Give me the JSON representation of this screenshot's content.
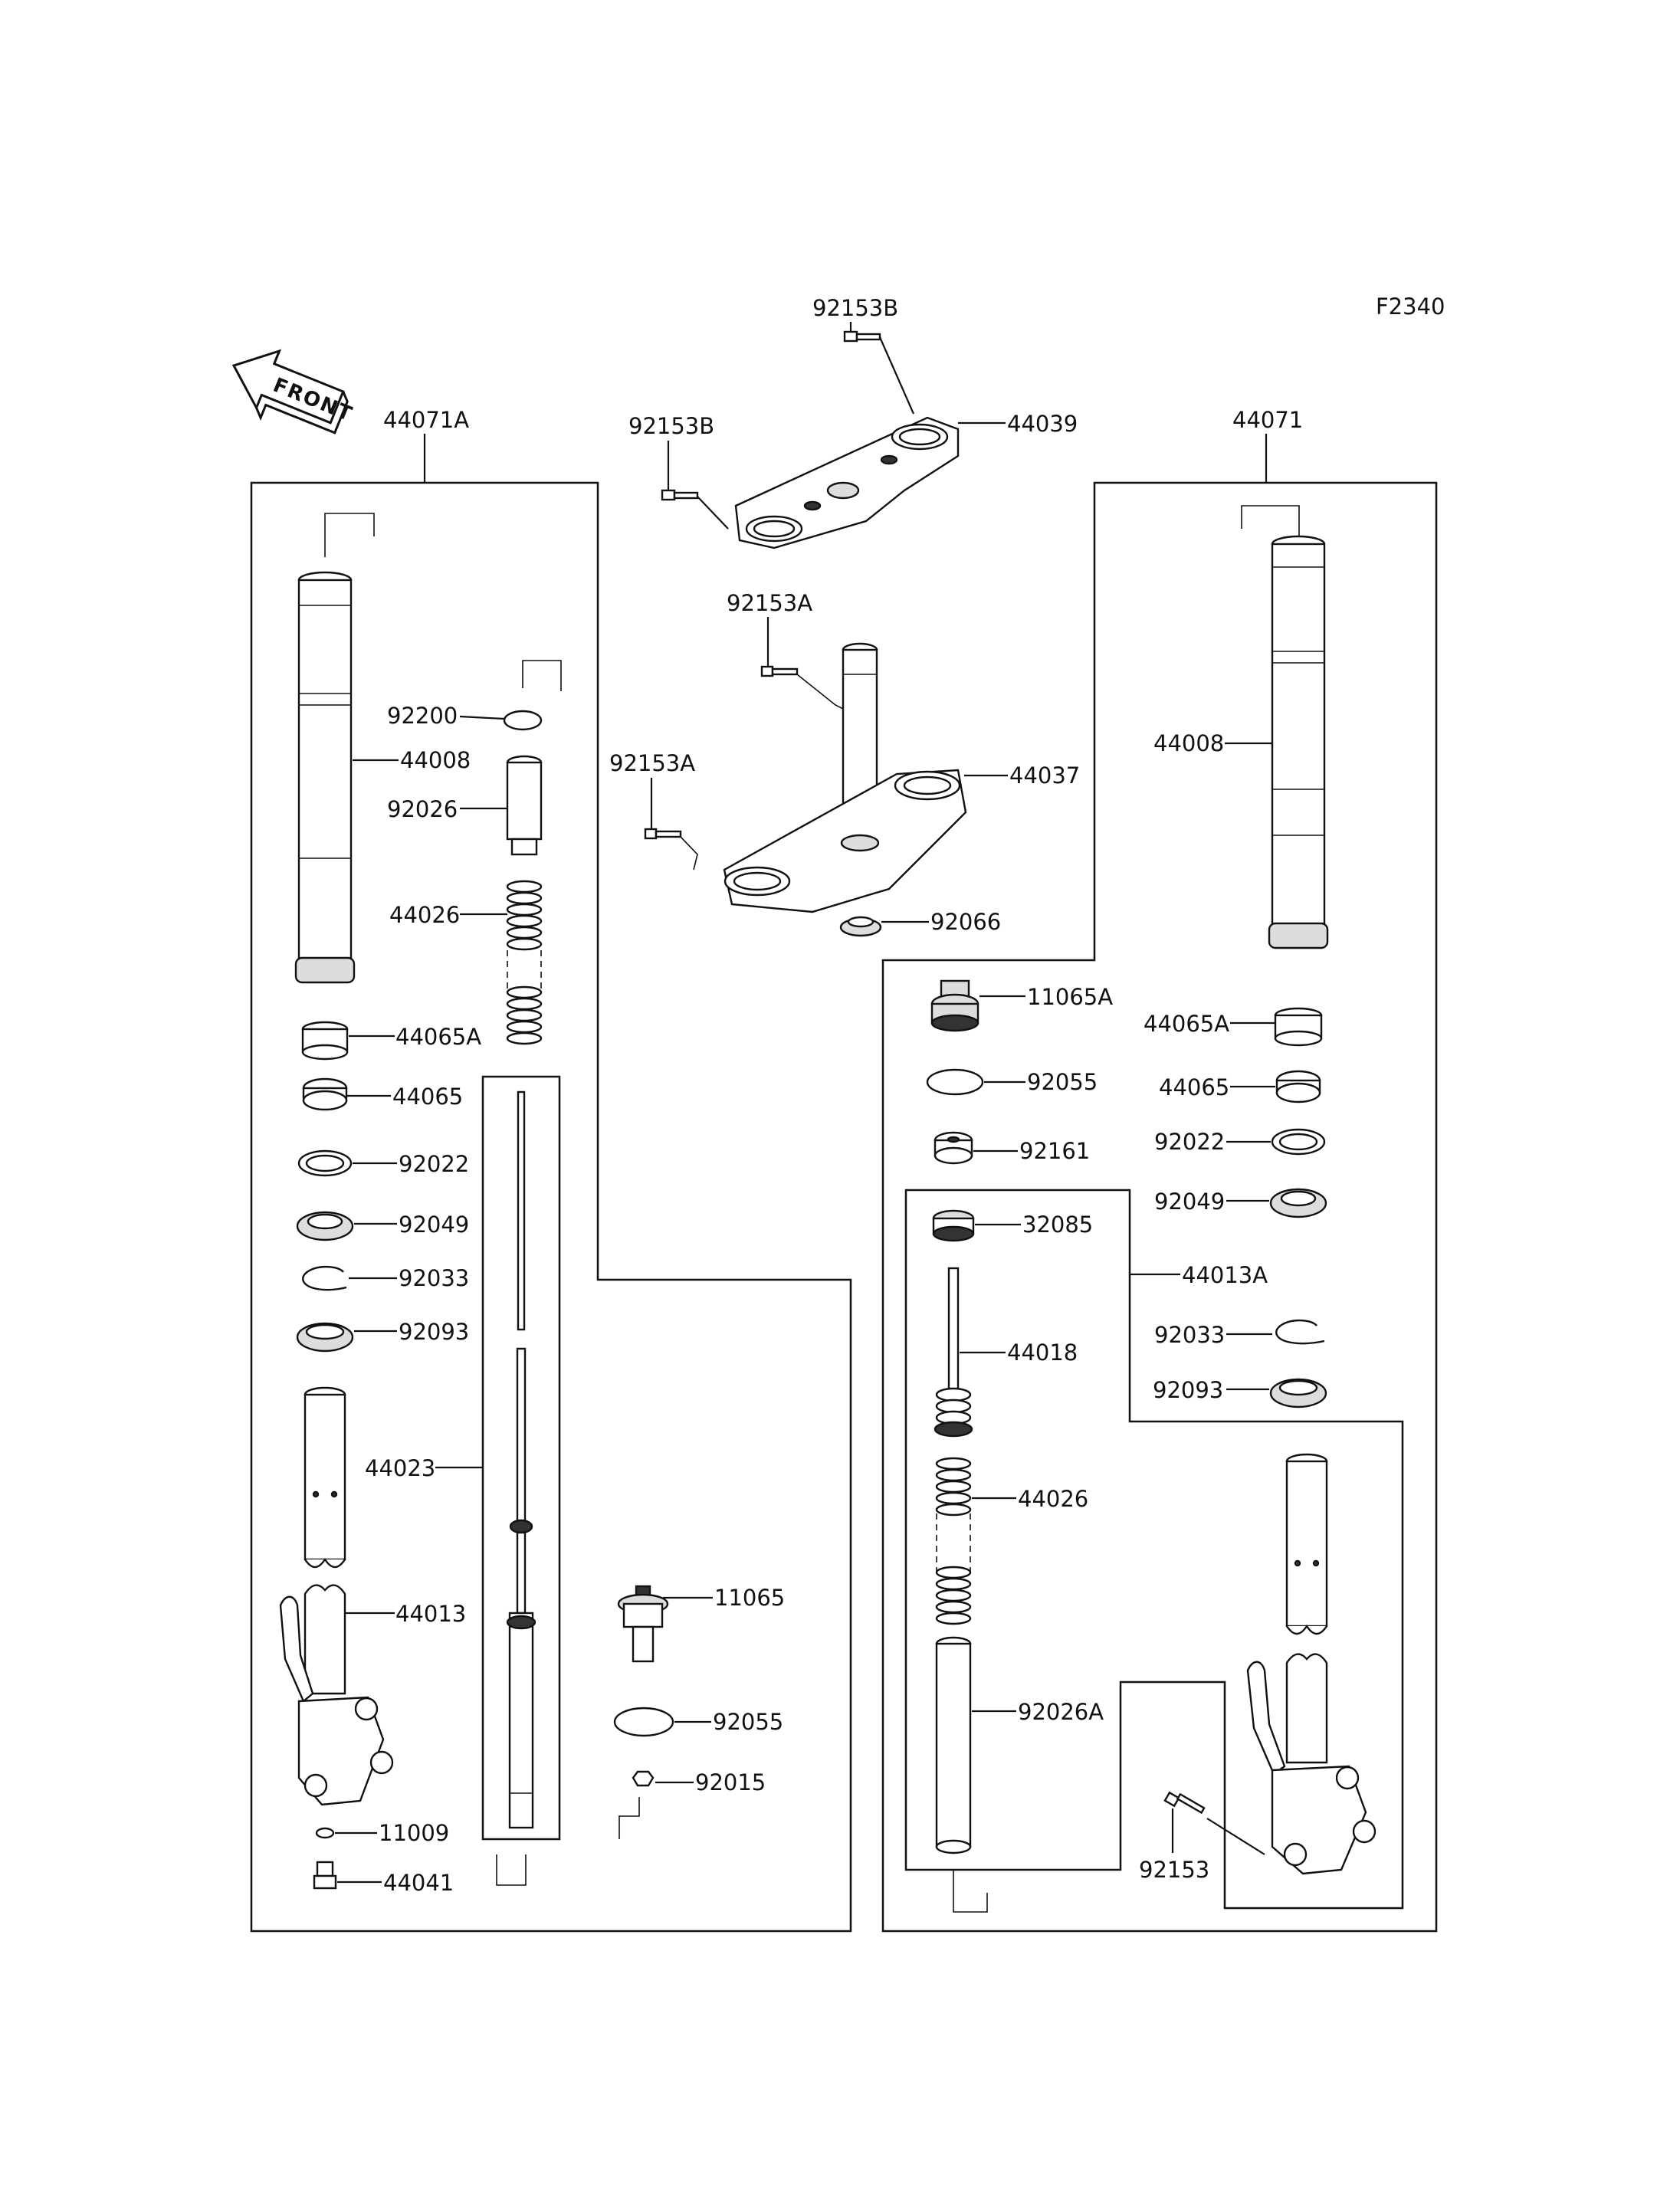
{
  "diagram_code": "F2340",
  "front_label": "FRONT",
  "assemblies": {
    "left_fork": "44071A",
    "right_fork": "44071"
  },
  "callouts": {
    "l_44008": "44008",
    "l_92200": "92200",
    "l_92026": "92026",
    "l_44026": "44026",
    "l_44065A": "44065A",
    "l_44065": "44065",
    "l_92022": "92022",
    "l_92049": "92049",
    "l_92033": "92033",
    "l_92093": "92093",
    "l_44023": "44023",
    "l_44013": "44013",
    "l_11009": "11009",
    "l_44041": "44041",
    "l_11065": "11065",
    "l_92055": "92055",
    "l_92015": "92015",
    "c_92153B_top": "92153B",
    "c_92153B_left": "92153B",
    "c_44039": "44039",
    "c_92153A_top": "92153A",
    "c_92153A_left": "92153A",
    "c_44037": "44037",
    "c_92066": "92066",
    "r_44008": "44008",
    "r_11065A": "11065A",
    "r_92055": "92055",
    "r_92161": "92161",
    "r_32085": "32085",
    "r_44018": "44018",
    "r_44026": "44026",
    "r_92026A": "92026A",
    "r_44065A": "44065A",
    "r_44065": "44065",
    "r_92022": "92022",
    "r_92049": "92049",
    "r_44013A": "44013A",
    "r_92033": "92033",
    "r_92093": "92093",
    "r_92153": "92153"
  }
}
